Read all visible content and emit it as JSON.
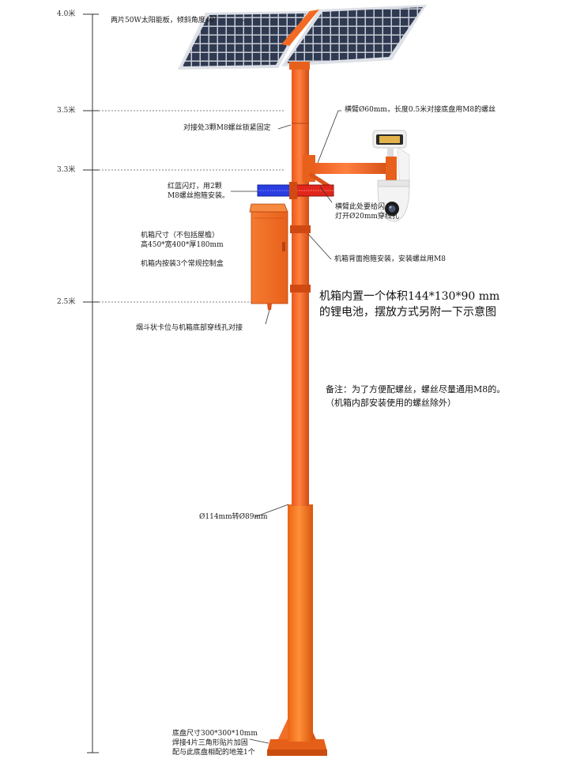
{
  "height_marks": [
    {
      "label": "4.0米"
    },
    {
      "label": "3.5米"
    },
    {
      "label": "3.3米"
    },
    {
      "label": "2.5米"
    }
  ],
  "annotations": {
    "solar_panel": "两片50W太阳能板，倾斜角度40°",
    "joint": "对接处3颗M8螺丝锁紧固定",
    "crossarm": "横臂Ø60mm，长度0.5米对接底盘用M8的螺丝",
    "strobe_light": "红蓝闪灯，用2颗\nM8螺丝抱箍安装。",
    "crossarm_hole": "横臂此处要给闪\n灯开Ø20mm穿线孔",
    "cabinet_size": "机箱尺寸（不包括屋檐）\n高450*宽400*厚180mm",
    "cabinet_content": "机箱内按装3个常规控制盒",
    "cabinet_mount": "机箱背面抱箍安装，安装螺丝用M8",
    "funnel": "烟斗状卡位与机箱底部穿线孔对接",
    "pole_diameter": "Ø114mm转Ø89mm",
    "base": "底盘尺寸300*300*10mm\n焊接4片三角形贴片加固\n配与此底盘相配的地笼1个"
  },
  "battery_note": "机箱内置一个体积144*130*90 mm\n的锂电池，摆放方式另附一下示意图",
  "remark": "备注：为了方便配螺丝，螺丝尽量通用M8的。\n（机箱内部安装使用的螺丝除外）",
  "colors": {
    "pole": "#f26a23",
    "pole_dark": "#d9531a",
    "base_sleeve": "#f47a22",
    "solar_cell": "#2e3b55",
    "strobe_blue": "#2a3de0",
    "strobe_red": "#e0261c",
    "camera": "#f2f2f2"
  }
}
